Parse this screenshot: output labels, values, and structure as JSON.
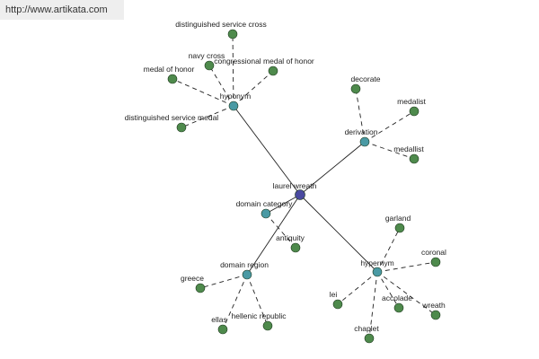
{
  "watermark": "http://www.artikata.com",
  "colors": {
    "center": "#4a4aa0",
    "hub": "#4a9aa4",
    "leaf": "#4e8a4c",
    "edge": "#222222"
  },
  "nodes": [
    {
      "id": "laurel-wreath",
      "label": "laurel wreath",
      "kind": "center"
    },
    {
      "id": "hyponym",
      "label": "hyponym",
      "kind": "hub"
    },
    {
      "id": "derivation",
      "label": "derivation",
      "kind": "hub"
    },
    {
      "id": "domain-category",
      "label": "domain category",
      "kind": "hub"
    },
    {
      "id": "domain-region",
      "label": "domain region",
      "kind": "hub"
    },
    {
      "id": "hypernym",
      "label": "hypernym",
      "kind": "hub"
    },
    {
      "id": "distinguished-service-cross",
      "label": "distinguished service cross",
      "kind": "leaf"
    },
    {
      "id": "navy-cross",
      "label": "navy cross",
      "kind": "leaf"
    },
    {
      "id": "congressional-medal-of-honor",
      "label": "congressional medal of honor",
      "kind": "leaf"
    },
    {
      "id": "medal-of-honor",
      "label": "medal of honor",
      "kind": "leaf"
    },
    {
      "id": "distinguished-service-medal",
      "label": "distinguished service medal",
      "kind": "leaf"
    },
    {
      "id": "decorate",
      "label": "decorate",
      "kind": "leaf"
    },
    {
      "id": "medalist-1",
      "label": "medalist",
      "kind": "leaf"
    },
    {
      "id": "medallist",
      "label": "medallist",
      "kind": "leaf"
    },
    {
      "id": "antiquity",
      "label": "antiquity",
      "kind": "leaf"
    },
    {
      "id": "greece",
      "label": "greece",
      "kind": "leaf"
    },
    {
      "id": "ellas",
      "label": "ellas",
      "kind": "leaf"
    },
    {
      "id": "hellenic-republic",
      "label": "hellenic republic",
      "kind": "leaf"
    },
    {
      "id": "garland",
      "label": "garland",
      "kind": "leaf"
    },
    {
      "id": "coronal",
      "label": "coronal",
      "kind": "leaf"
    },
    {
      "id": "lei",
      "label": "lei",
      "kind": "leaf"
    },
    {
      "id": "accolade",
      "label": "accolade",
      "kind": "leaf"
    },
    {
      "id": "wreath",
      "label": "wreath",
      "kind": "leaf"
    },
    {
      "id": "chaplet",
      "label": "chaplet",
      "kind": "leaf"
    }
  ],
  "edges": [
    {
      "from": "laurel-wreath",
      "to": "hyponym",
      "style": "solid"
    },
    {
      "from": "laurel-wreath",
      "to": "derivation",
      "style": "solid"
    },
    {
      "from": "laurel-wreath",
      "to": "domain-category",
      "style": "solid"
    },
    {
      "from": "laurel-wreath",
      "to": "domain-region",
      "style": "solid"
    },
    {
      "from": "laurel-wreath",
      "to": "hypernym",
      "style": "solid"
    },
    {
      "from": "hyponym",
      "to": "distinguished-service-cross",
      "style": "dashed"
    },
    {
      "from": "hyponym",
      "to": "navy-cross",
      "style": "dashed"
    },
    {
      "from": "hyponym",
      "to": "congressional-medal-of-honor",
      "style": "dashed"
    },
    {
      "from": "hyponym",
      "to": "medal-of-honor",
      "style": "dashed"
    },
    {
      "from": "hyponym",
      "to": "distinguished-service-medal",
      "style": "dashed"
    },
    {
      "from": "derivation",
      "to": "decorate",
      "style": "dashed"
    },
    {
      "from": "derivation",
      "to": "medalist-1",
      "style": "dashed"
    },
    {
      "from": "derivation",
      "to": "medallist",
      "style": "dashed"
    },
    {
      "from": "domain-category",
      "to": "antiquity",
      "style": "dashed"
    },
    {
      "from": "domain-region",
      "to": "greece",
      "style": "dashed"
    },
    {
      "from": "domain-region",
      "to": "ellas",
      "style": "dashed"
    },
    {
      "from": "domain-region",
      "to": "hellenic-republic",
      "style": "dashed"
    },
    {
      "from": "hypernym",
      "to": "garland",
      "style": "dashed"
    },
    {
      "from": "hypernym",
      "to": "coronal",
      "style": "dashed"
    },
    {
      "from": "hypernym",
      "to": "lei",
      "style": "dashed"
    },
    {
      "from": "hypernym",
      "to": "accolade",
      "style": "dashed"
    },
    {
      "from": "hypernym",
      "to": "wreath",
      "style": "dashed"
    },
    {
      "from": "hypernym",
      "to": "chaplet",
      "style": "dashed"
    }
  ]
}
